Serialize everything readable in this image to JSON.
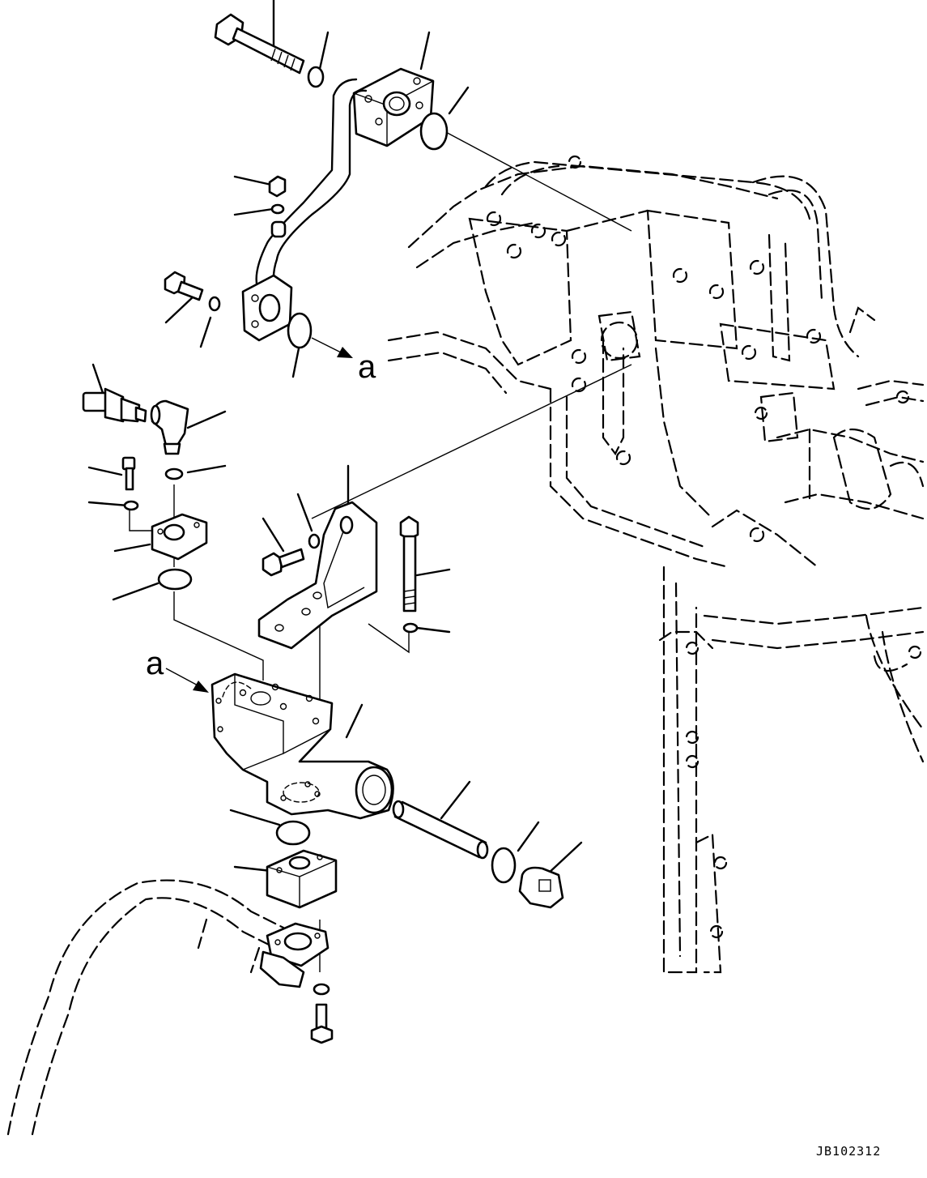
{
  "diagram": {
    "view_letter_top": "a",
    "view_letter_bottom": "a",
    "drawing_code": "JB102312"
  },
  "colors": {
    "ink": "#000000",
    "paper": "#ffffff"
  },
  "parts_shown": [
    "flange-bolt-icon",
    "washer-icon",
    "split-flange-icon",
    "o-ring-icon",
    "tube-icon",
    "plug-icon",
    "pressure-sensor-icon",
    "elbow-fitting-icon",
    "bracket-icon",
    "valve-block-icon",
    "pin-icon",
    "cap-plug-icon",
    "hose-icon"
  ]
}
